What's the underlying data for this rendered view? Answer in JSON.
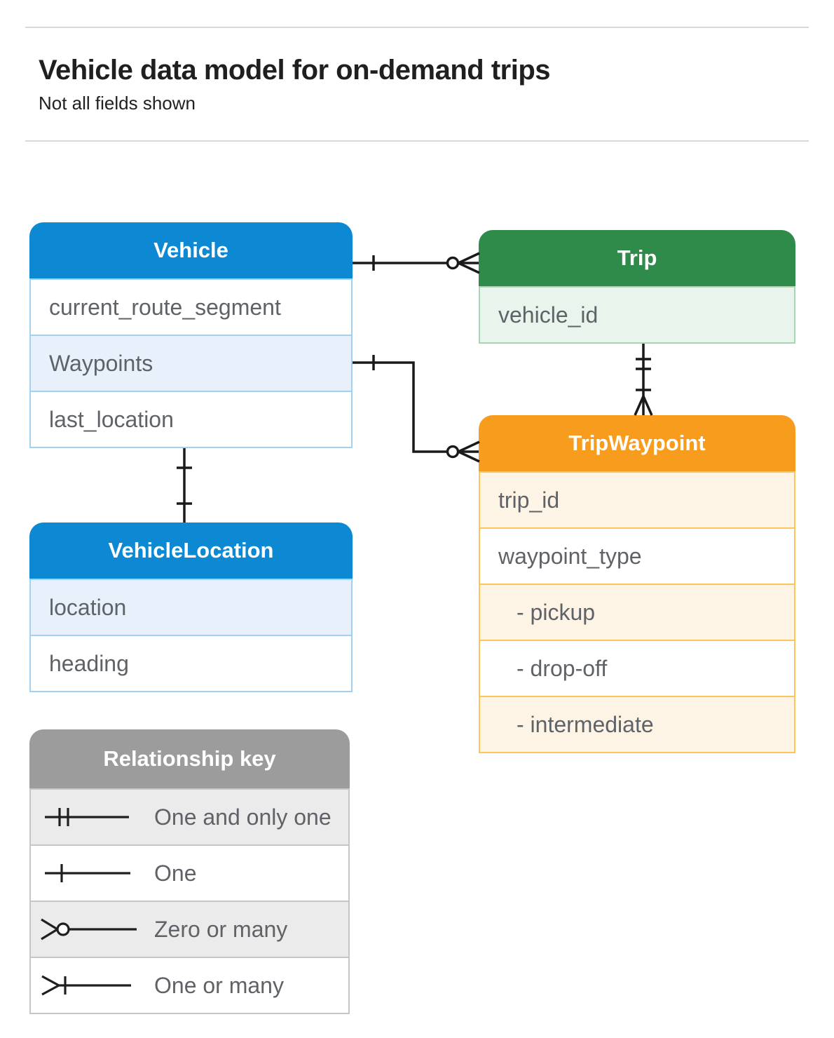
{
  "page": {
    "title": "Vehicle data model for on-demand trips",
    "subtitle": "Not all fields shown"
  },
  "entities": {
    "vehicle": {
      "title": "Vehicle",
      "rows": [
        "current_route_segment",
        "Waypoints",
        "last_location"
      ]
    },
    "trip": {
      "title": "Trip",
      "rows": [
        "vehicle_id"
      ]
    },
    "trip_waypoint": {
      "title": "TripWaypoint",
      "rows": [
        "trip_id",
        "waypoint_type",
        "- pickup",
        "- drop-off",
        "- intermediate"
      ]
    },
    "vehicle_location": {
      "title": "VehicleLocation",
      "rows": [
        "location",
        "heading"
      ]
    }
  },
  "legend": {
    "title": "Relationship key",
    "items": [
      {
        "symbol": "one-and-only-one-icon",
        "label": "One and only one"
      },
      {
        "symbol": "one-icon",
        "label": "One"
      },
      {
        "symbol": "zero-or-many-icon",
        "label": "Zero or many"
      },
      {
        "symbol": "one-or-many-icon",
        "label": "One or many"
      }
    ]
  },
  "relationships": [
    {
      "from": "Vehicle",
      "to": "Trip",
      "from_end": "one",
      "to_end": "zero or many"
    },
    {
      "from": "Vehicle.Waypoints",
      "to": "TripWaypoint",
      "from_end": "one",
      "to_end": "zero or many"
    },
    {
      "from": "Trip",
      "to": "TripWaypoint",
      "from_end": "one and only one",
      "to_end": "one or many"
    },
    {
      "from": "Vehicle.last_location",
      "to": "VehicleLocation",
      "from_end": "one",
      "to_end": "one"
    }
  ],
  "colors": {
    "vehicle_header": "#0d88d2",
    "vehicle_row_tint": "#e8f1fb",
    "vehicle_border": "#a3d1ef",
    "trip_header": "#2e8b4a",
    "trip_row_tint": "#e9f4ec",
    "trip_border": "#a9d6b2",
    "trip_waypoint_header": "#f89c1e",
    "trip_waypoint_row_tint": "#fdf4e5",
    "trip_waypoint_border": "#fbc55c",
    "legend_header": "#9c9c9c",
    "legend_row_tint": "#ebebeb",
    "legend_border": "#c6c6c6",
    "connector": "#1a1a1a",
    "row_text": "#5f6368"
  }
}
